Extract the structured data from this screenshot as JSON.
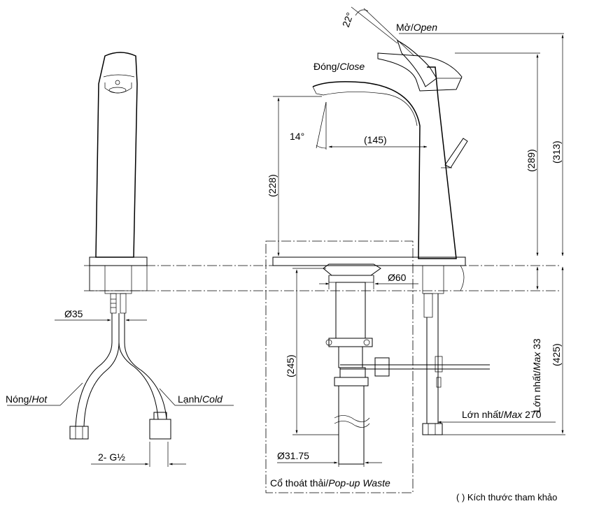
{
  "labels": {
    "open_vi": "Mở/",
    "open_en": "Open",
    "close_vi": "Đóng/",
    "close_en": "Close",
    "angle_22": "22°",
    "angle_14": "14°",
    "dim_145": "(145)",
    "dim_228": "(228)",
    "dim_289": "(289)",
    "dim_313": "(313)",
    "dim_425": "(425)",
    "dim_245": "(245)",
    "dia_60": "Ø60",
    "dia_35": "Ø35",
    "dia_3175": "Ø31.75",
    "hot_vi": "Nóng/",
    "hot_en": "Hot",
    "cold_vi": "Lạnh/",
    "cold_en": "Cold",
    "thread": "2- G½",
    "max33_vi": "Lớn nhất/",
    "max33_en": "Max",
    "max33_val": " 33",
    "max270_vi": "Lớn nhất/",
    "max270_en": "Max",
    "max270_val": " 270",
    "waste_vi": "Cổ thoát thải/",
    "waste_en": "Pop-up Waste",
    "reference_note": "( ) Kích thước tham khảo"
  }
}
